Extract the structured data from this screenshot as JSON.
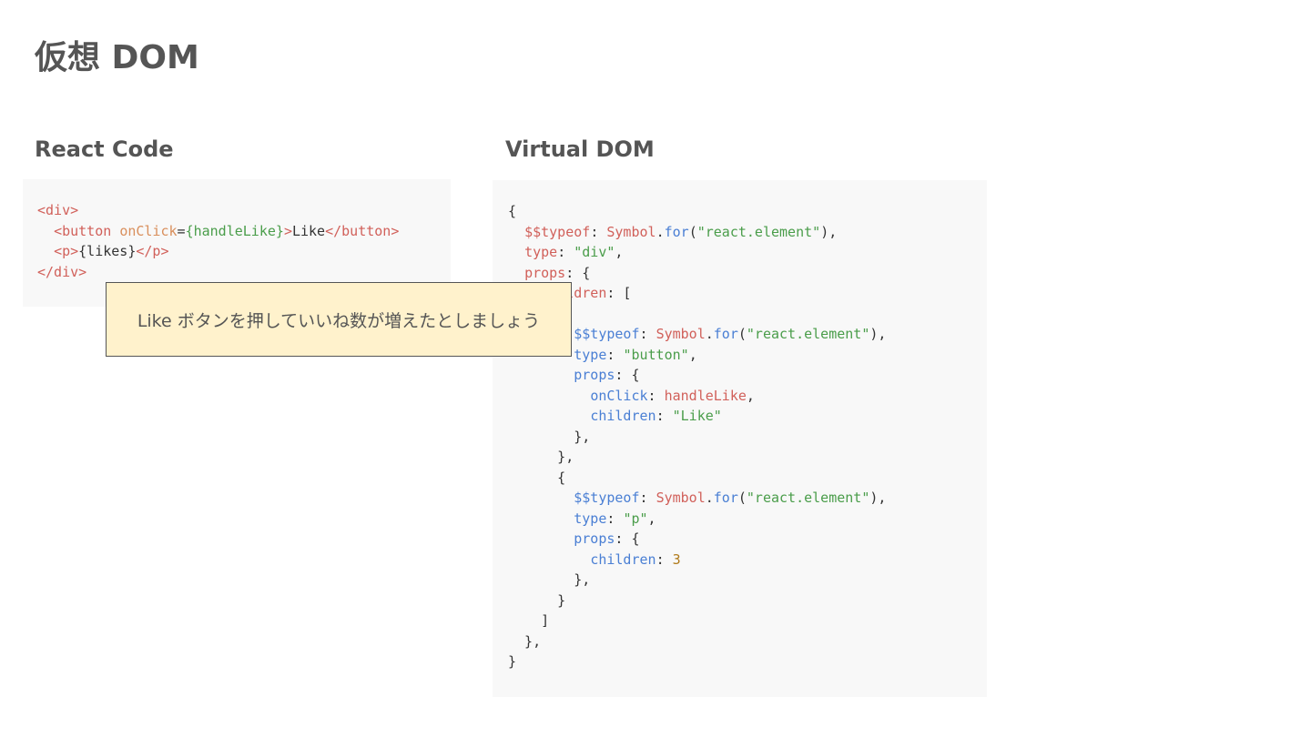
{
  "slide": {
    "title": "仮想 DOM"
  },
  "left_panel": {
    "heading": "React Code",
    "code": {
      "l1_open": "<div>",
      "l2_indent": "  ",
      "l2_btn_open": "<button",
      "l2_space": " ",
      "l2_attr": "onClick",
      "l2_eq": "=",
      "l2_expr": "{handleLike}",
      "l2_gt": ">",
      "l2_text": "Like",
      "l2_btn_close": "</button>",
      "l3_indent": "  ",
      "l3_p_open": "<p>",
      "l3_expr": "{likes}",
      "l3_p_close": "</p>",
      "l4_close": "</div>"
    }
  },
  "right_panel": {
    "heading": "Virtual DOM",
    "code": {
      "brace_open": "{",
      "typeof_key": "$$typeof",
      "symbol": "Symbol",
      "for_method": "for",
      "react_element": "\"react.element\"",
      "type_key": "type",
      "type_div": "\"div\"",
      "props_key": "props",
      "children_key": "children",
      "type_button": "\"button\"",
      "onclick_key": "onClick",
      "handle_like": "handleLike",
      "like_str": "\"Like\"",
      "type_p": "\"p\"",
      "children_value": "3"
    }
  },
  "callout": {
    "text": "Like ボタンを押していいね数が増えたとしましょう"
  }
}
